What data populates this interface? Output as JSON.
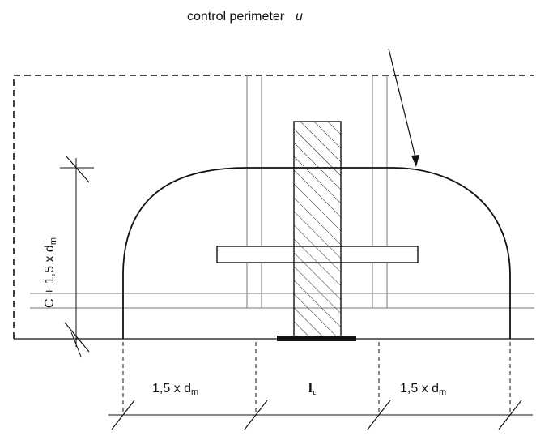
{
  "annotation": {
    "text": "control perimeter",
    "symbol": "u"
  },
  "dims": {
    "vertical_main": "C + 1,5 x d",
    "vertical_sub": "m",
    "left_main": "1,5 x d",
    "left_sub": "m",
    "center_main": "l",
    "center_sub": "c",
    "right_main": "1,5 x d",
    "right_sub": "m"
  },
  "colors": {
    "line": "#111111",
    "thin_line": "#888888"
  }
}
